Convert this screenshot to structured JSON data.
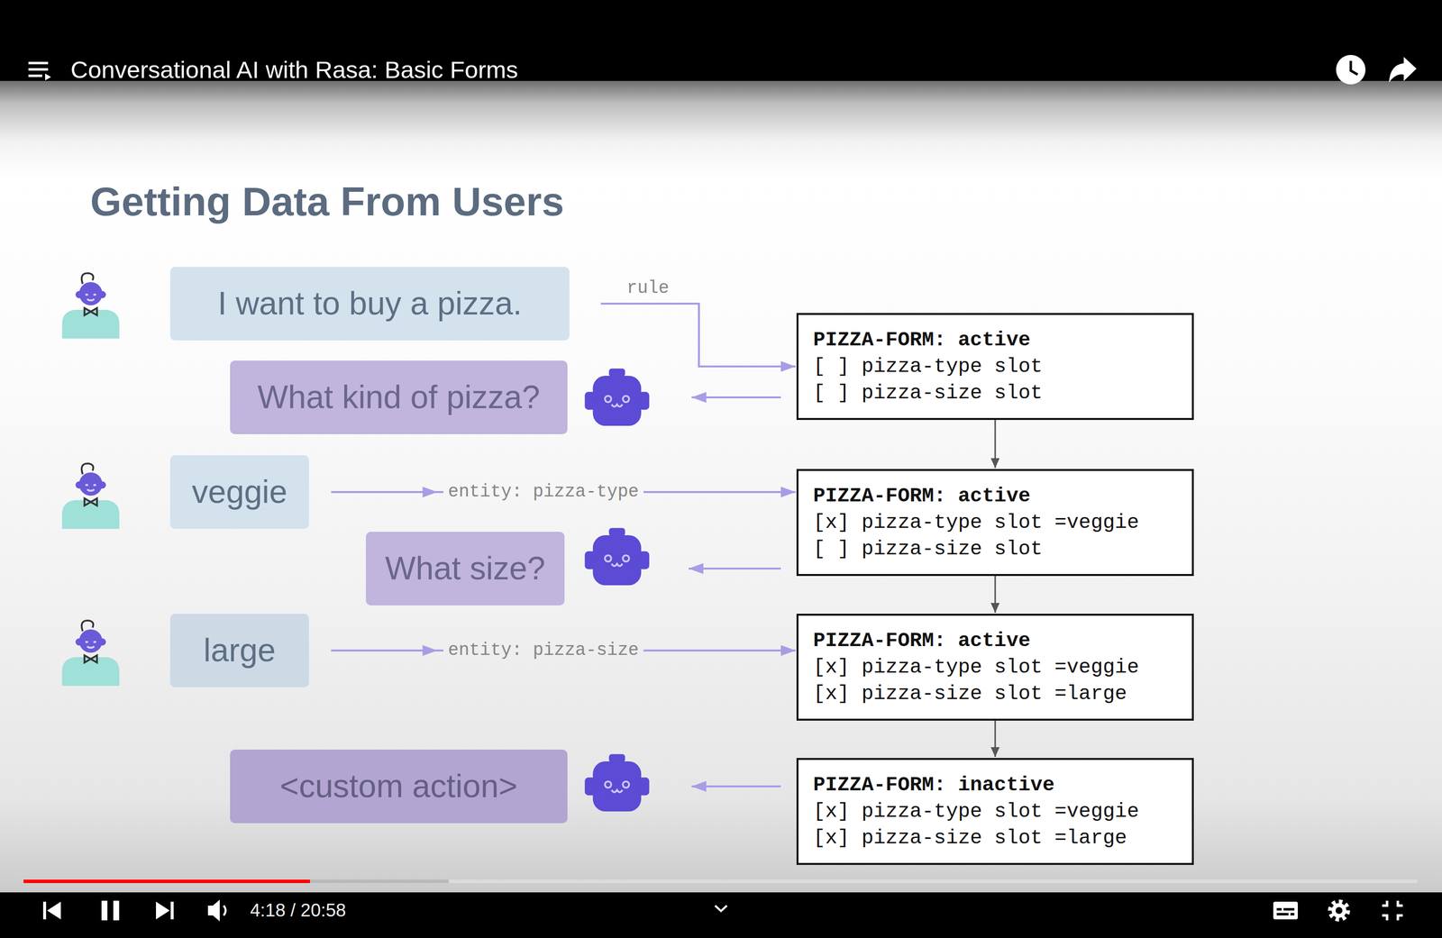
{
  "diagram": {
    "title": "Getting Data From Users",
    "nodes": [
      {
        "text": [
          "I want to buy a pizza."
        ]
      },
      {
        "text": [
          "PIZZA-FORM: active",
          "[ ] pizza-type slot",
          "[ ] pizza-size slot"
        ]
      },
      {
        "text": [
          "What kind of pizza?"
        ]
      },
      {
        "text": [
          "veggie"
        ]
      },
      {
        "text": [
          "PIZZA-FORM: active",
          "[x] pizza-type slot =veggie",
          "[ ] pizza-size slot"
        ]
      },
      {
        "text": [
          "What size?"
        ]
      },
      {
        "text": [
          "large"
        ]
      },
      {
        "text": [
          "PIZZA-FORM: active",
          "[x] pizza-type slot =veggie",
          "[x] pizza-size slot =large"
        ]
      },
      {
        "text": [
          "<custom action>"
        ]
      },
      {
        "text": [
          "PIZZA-FORM: inactive",
          "[x] pizza-type slot =veggie",
          "[x] pizza-size slot =large"
        ]
      }
    ],
    "edges": [
      {
        "from": 0,
        "to": 1,
        "label": "rule",
        "arrow": "to"
      },
      {
        "from": 1,
        "to": 2,
        "arrow": "to"
      },
      {
        "from": 1,
        "to": 4,
        "arrow": "to"
      },
      {
        "from": 3,
        "to": 4,
        "label": "entity: pizza-type",
        "arrow": "to"
      },
      {
        "from": 4,
        "to": 5,
        "arrow": "to"
      },
      {
        "from": 4,
        "to": 7,
        "arrow": "to"
      },
      {
        "from": 6,
        "to": 7,
        "label": "entity: pizza-size",
        "arrow": "to"
      },
      {
        "from": 7,
        "to": 9,
        "arrow": "to"
      },
      {
        "from": 9,
        "to": 8,
        "arrow": "to"
      }
    ],
    "labels": [
      "Conversational AI with Rasa: Basic Forms",
      "4:18 / 20:58"
    ]
  }
}
